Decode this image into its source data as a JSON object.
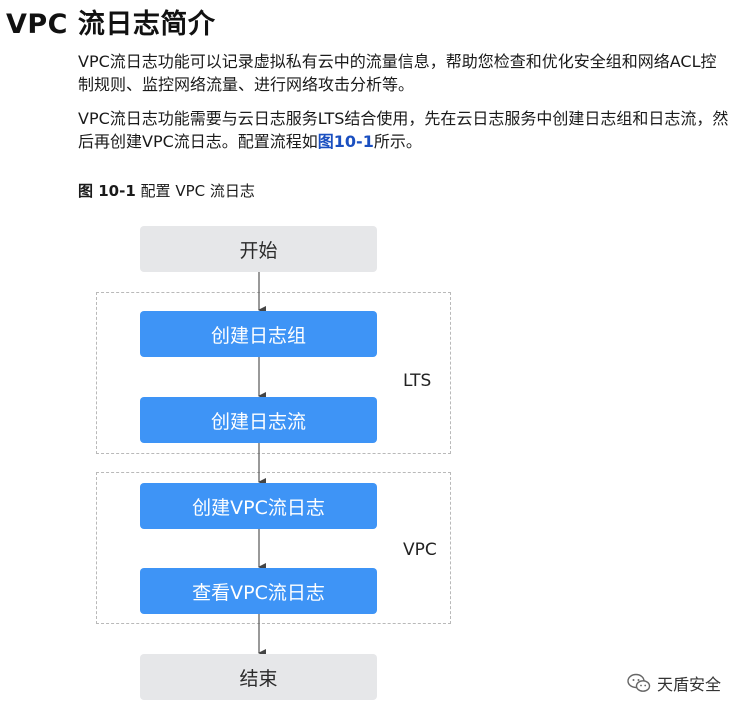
{
  "heading": "VPC 流日志简介",
  "paragraph1": "VPC流日志功能可以记录虚拟私有云中的流量信息，帮助您检查和优化安全组和网络ACL控制规则、监控网络流量、进行网络攻击分析等。",
  "paragraph2": {
    "before": "VPC流日志功能需要与云日志服务LTS结合使用，先在云日志服务中创建日志组和日志流，然后再创建VPC流日志。配置流程如",
    "link": "图10-1",
    "after": "所示。"
  },
  "figure": {
    "number": "图 10-1",
    "caption": "配置 VPC 流日志"
  },
  "flow": {
    "start": "开始",
    "step1": "创建日志组",
    "step2": "创建日志流",
    "step3": "创建VPC流日志",
    "step4": "查看VPC流日志",
    "end": "结束",
    "group_lts": "LTS",
    "group_vpc": "VPC"
  },
  "colors": {
    "step_fill": "#3e94f6",
    "terminal_fill": "#e6e7e9",
    "link": "#1a4fc0"
  },
  "watermark": {
    "icon": "wechat-icon",
    "text": "天盾安全"
  }
}
